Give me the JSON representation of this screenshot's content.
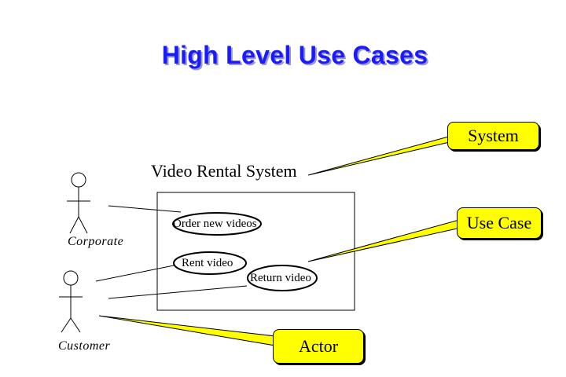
{
  "title": "High Level Use Cases",
  "system": {
    "name": "Video Rental System"
  },
  "actors": [
    {
      "id": "corporate",
      "label": "Corporate"
    },
    {
      "id": "customer",
      "label": "Customer"
    }
  ],
  "use_cases": [
    {
      "id": "order",
      "label": "Order new videos"
    },
    {
      "id": "rent",
      "label": "Rent video"
    },
    {
      "id": "return",
      "label": "Return video"
    }
  ],
  "callouts": [
    {
      "id": "system",
      "label": "System"
    },
    {
      "id": "use-case",
      "label": "Use Case"
    },
    {
      "id": "actor",
      "label": "Actor"
    }
  ],
  "colors": {
    "title": "#1a1aff",
    "title_shadow": "#9a9ac8",
    "callout_fill": "#ffff00",
    "line": "#000000"
  }
}
